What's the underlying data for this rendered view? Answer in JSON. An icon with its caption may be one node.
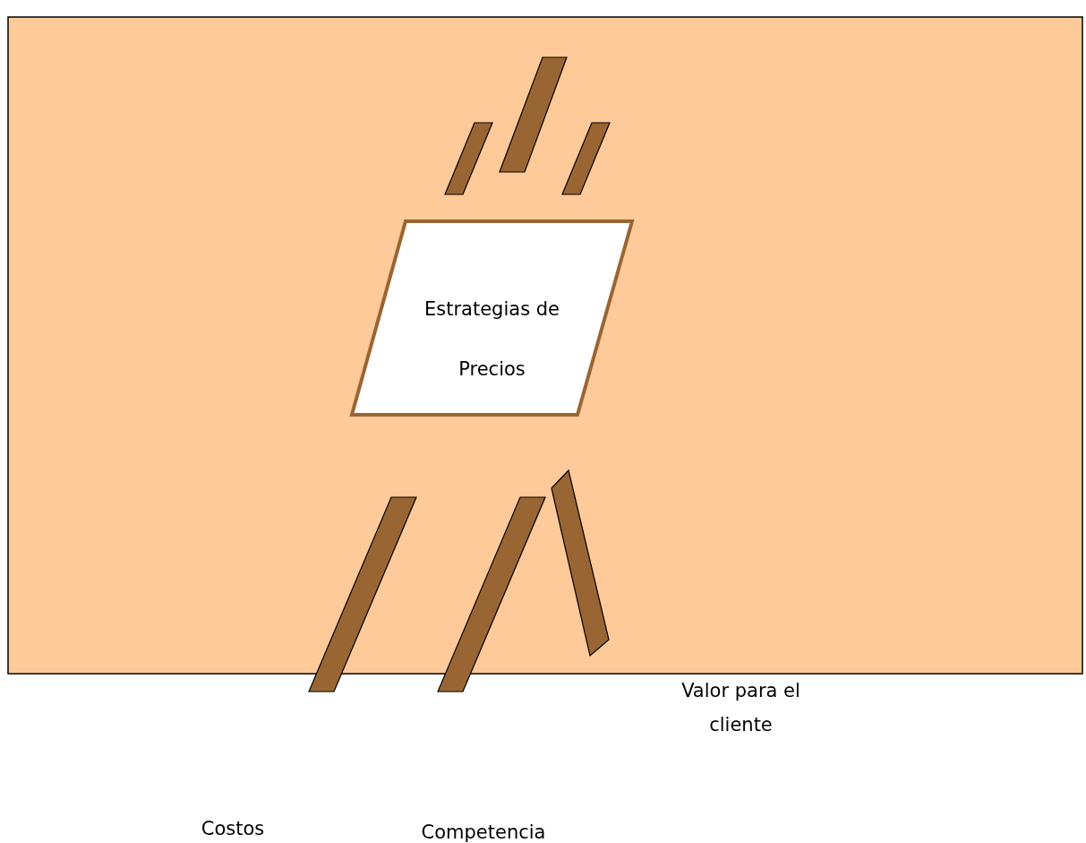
{
  "diagram": {
    "nodes": [
      {
        "text": [],
        "shape": "box"
      },
      {
        "text": [],
        "shape": "bar",
        "in": 0
      },
      {
        "text": [],
        "shape": "bar",
        "in": 0
      },
      {
        "text": [],
        "shape": "bar",
        "in": 0
      },
      {
        "text": [
          "Estrategias de Precios"
        ],
        "in": 0
      },
      {
        "text": [],
        "shape": "bar"
      },
      {
        "text": [],
        "shape": "bar"
      },
      {
        "text": [],
        "shape": "bar",
        "in": 0
      }
    ],
    "edges": [],
    "labels": [
      "Valor para el cliente",
      "Costos",
      "Competencia"
    ]
  }
}
